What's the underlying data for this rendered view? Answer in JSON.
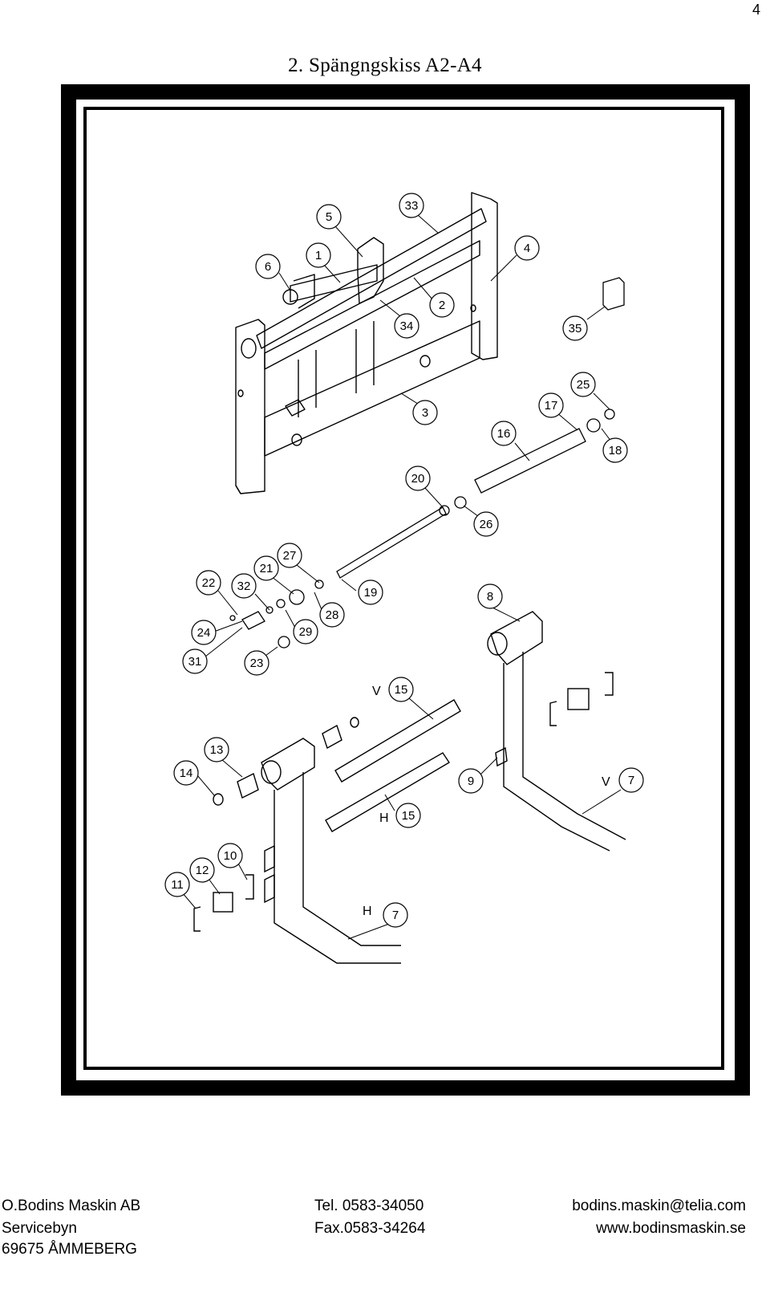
{
  "page_number": "4",
  "title": "2.  Spängngskiss A2-A4",
  "callouts": [
    {
      "id": "c33",
      "label": "33"
    },
    {
      "id": "c5",
      "label": "5"
    },
    {
      "id": "c4",
      "label": "4"
    },
    {
      "id": "c6",
      "label": "6"
    },
    {
      "id": "c1",
      "label": "1"
    },
    {
      "id": "c2",
      "label": "2"
    },
    {
      "id": "c34",
      "label": "34"
    },
    {
      "id": "c35",
      "label": "35"
    },
    {
      "id": "c25",
      "label": "25"
    },
    {
      "id": "c17",
      "label": "17"
    },
    {
      "id": "c3",
      "label": "3"
    },
    {
      "id": "c16",
      "label": "16"
    },
    {
      "id": "c18",
      "label": "18"
    },
    {
      "id": "c20",
      "label": "20"
    },
    {
      "id": "c26",
      "label": "26"
    },
    {
      "id": "c27",
      "label": "27"
    },
    {
      "id": "c21",
      "label": "21"
    },
    {
      "id": "c22",
      "label": "22"
    },
    {
      "id": "c32",
      "label": "32"
    },
    {
      "id": "c19",
      "label": "19"
    },
    {
      "id": "c8",
      "label": "8"
    },
    {
      "id": "c28",
      "label": "28"
    },
    {
      "id": "c29",
      "label": "29"
    },
    {
      "id": "c24",
      "label": "24"
    },
    {
      "id": "c31",
      "label": "31"
    },
    {
      "id": "c23",
      "label": "23"
    },
    {
      "id": "c15v",
      "label": "15"
    },
    {
      "id": "c13",
      "label": "13"
    },
    {
      "id": "c14",
      "label": "14"
    },
    {
      "id": "c9",
      "label": "9"
    },
    {
      "id": "c7v",
      "label": "7"
    },
    {
      "id": "c15h",
      "label": "15"
    },
    {
      "id": "c10",
      "label": "10"
    },
    {
      "id": "c12",
      "label": "12"
    },
    {
      "id": "c11",
      "label": "11"
    },
    {
      "id": "c7h",
      "label": "7"
    }
  ],
  "side_labels": {
    "v15": "V",
    "v7": "V",
    "h15": "H",
    "h7": "H"
  },
  "footer": {
    "company": "O.Bodins Maskin AB",
    "street": "Servicebyn",
    "city": "69675 ÅMMEBERG",
    "tel": "Tel. 0583-34050",
    "fax": "Fax.0583-34264",
    "email": "bodins.maskin@telia.com",
    "web": "www.bodinsmaskin.se"
  }
}
